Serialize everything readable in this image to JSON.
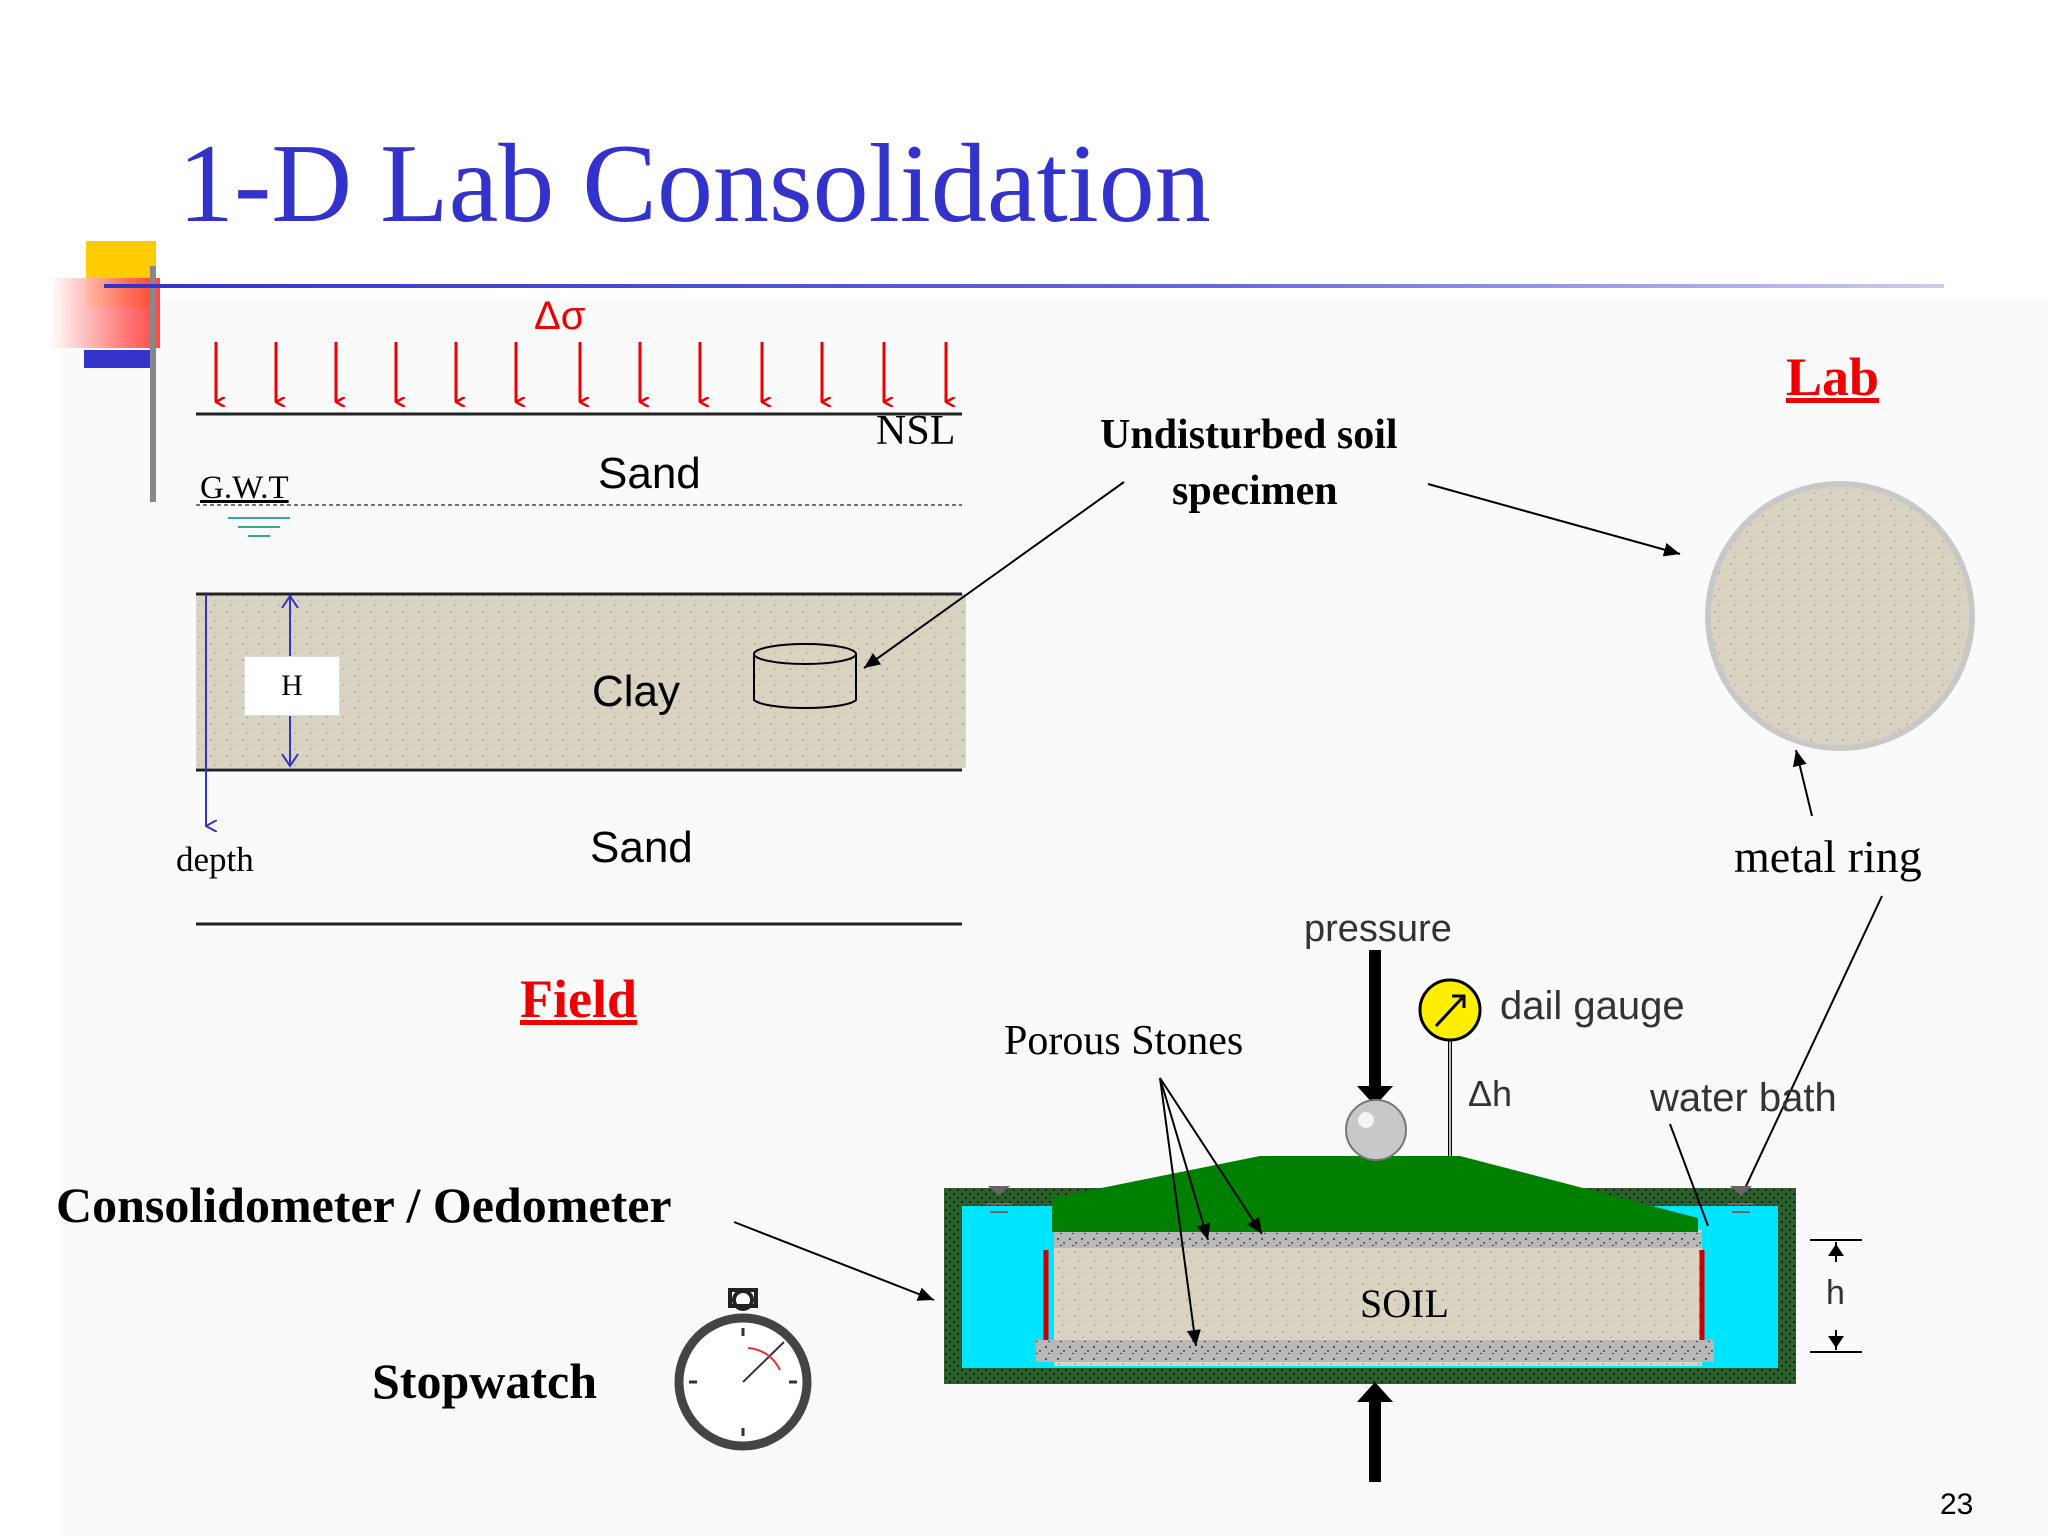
{
  "slide": {
    "title": "1-D Lab Consolidation",
    "page_number": "23"
  },
  "field": {
    "delta_sigma": "Δσ",
    "nsl": "NSL",
    "sand_top": "Sand",
    "gwt": "G.W.T",
    "h_label": "H",
    "clay": "Clay",
    "sand_bottom": "Sand",
    "depth": "depth",
    "caption": "Field"
  },
  "lab": {
    "caption": "Lab",
    "specimen_label_line1": "Undisturbed soil",
    "specimen_label_line2": "specimen",
    "metal_ring": "metal ring"
  },
  "apparatus": {
    "pressure": "pressure",
    "dial_gauge": "dail gauge",
    "delta_h": "Δh",
    "water_bath": "water bath",
    "porous_stones": "Porous Stones",
    "soil": "SOIL",
    "h": "h",
    "consolidometer": "Consolidometer / Oedometer",
    "stopwatch": "Stopwatch"
  },
  "colors": {
    "title": "#3333cc",
    "arrows": "#ee0000",
    "clay_fill": "#d9d3c2",
    "water": "#00e5ff",
    "loading_cap": "#008000",
    "dial": "#ffee00"
  }
}
